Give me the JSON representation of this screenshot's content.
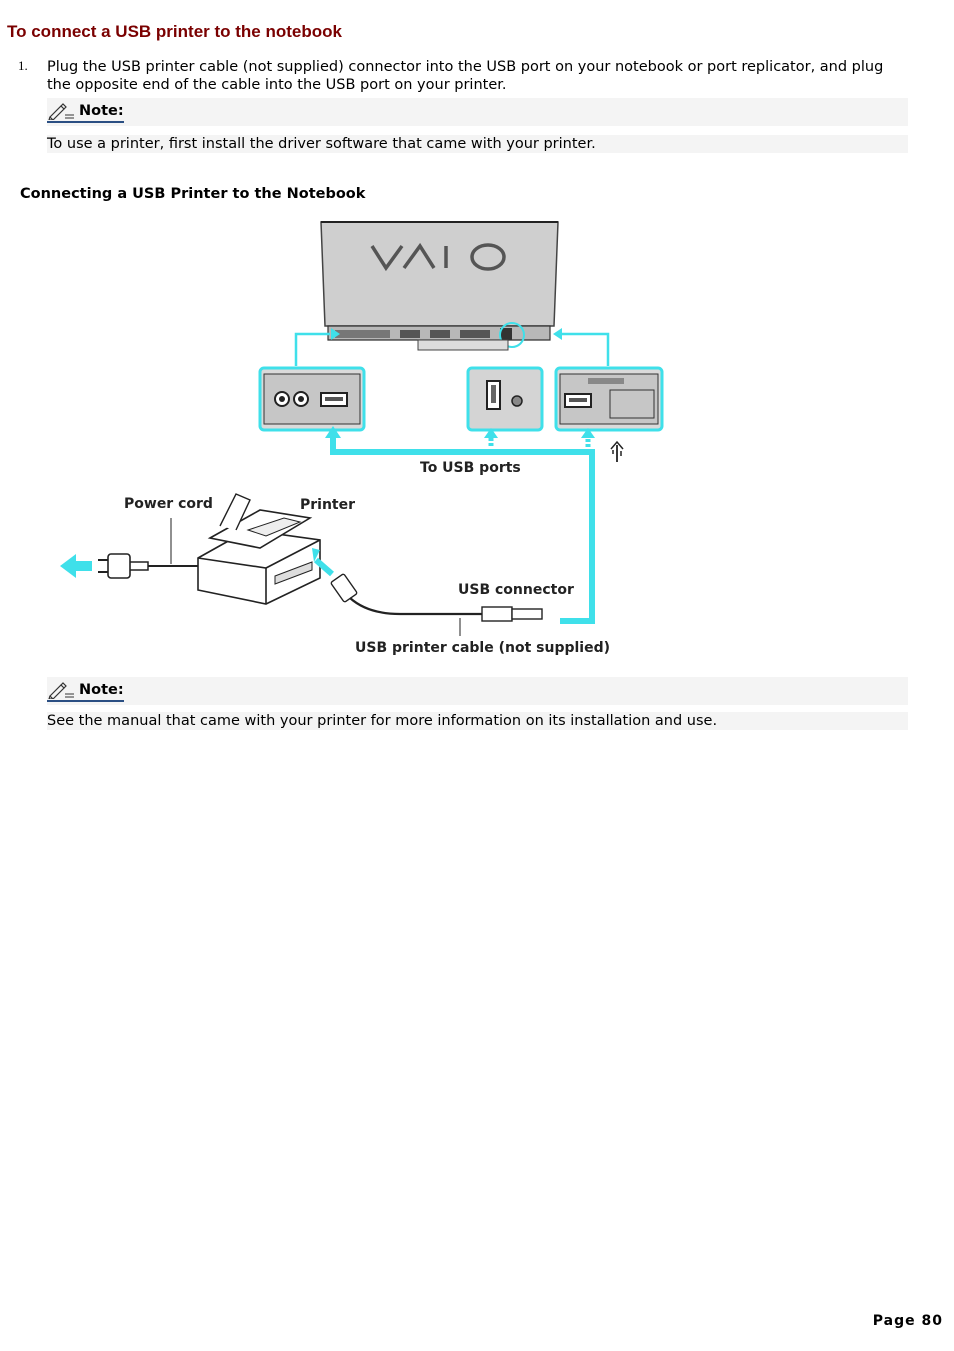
{
  "heading": "To connect a USB printer to the notebook",
  "step": {
    "number": "1.",
    "text": "Plug the USB printer cable (not supplied) connector into the USB port on your notebook or port replicator, and plug the opposite end of the cable into the USB port on your printer."
  },
  "note1": {
    "label": "Note:",
    "text": "To use a printer, first install the driver software that came with your printer."
  },
  "figure": {
    "caption": "Connecting a USB Printer to the Notebook",
    "labels": {
      "to_usb_ports": "To USB ports",
      "power_cord": "Power cord",
      "printer": "Printer",
      "usb_connector": "USB connector",
      "usb_cable": "USB printer cable (not supplied)"
    },
    "accent_color": "#3fe0ea"
  },
  "note2": {
    "label": "Note:",
    "text": "See the manual that came with your printer for more information on its installation and use."
  },
  "page": "Page 80"
}
